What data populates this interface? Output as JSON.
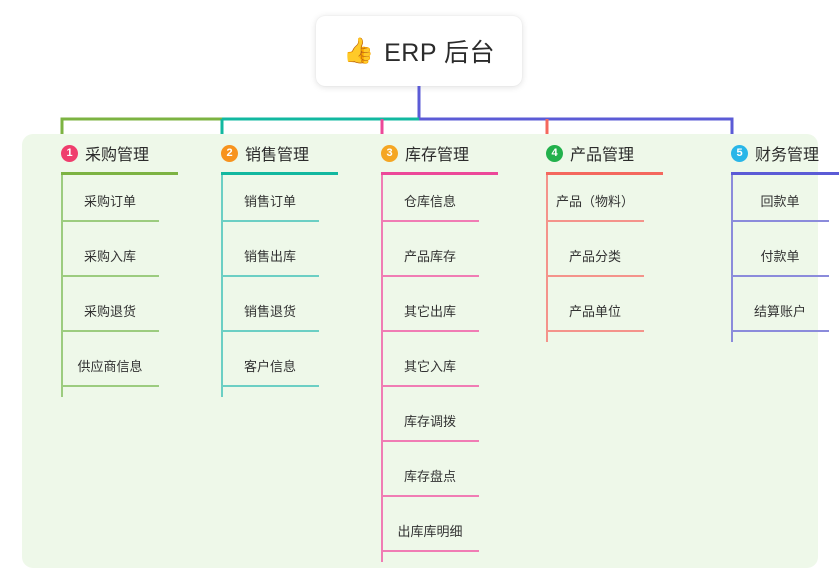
{
  "page": {
    "background": "#ffffff",
    "panel_background": "#eef8e9"
  },
  "title_card": {
    "icon": "thumbs-up-icon",
    "emoji": "👍",
    "text": "ERP 后台"
  },
  "connectors": {
    "stem_color": "#5b5bd6",
    "segment_colors": [
      "#7cb342",
      "#12b8a0",
      "#5b5bd6",
      "#5b5bd6"
    ],
    "drop_colors": [
      "#7cb342",
      "#12b8a0",
      "#ec4899",
      "#f4685e",
      "#5b5bd6"
    ]
  },
  "columns": [
    {
      "index": "1",
      "title": "采购管理",
      "badge_color": "#ef3e6d",
      "rule_color": "#7cb342",
      "line_color": "#9ccc7f",
      "items": [
        "采购订单",
        "采购入库",
        "采购退货",
        "供应商信息"
      ]
    },
    {
      "index": "2",
      "title": "销售管理",
      "badge_color": "#f7931e",
      "rule_color": "#12b8a0",
      "line_color": "#6bcfc4",
      "items": [
        "销售订单",
        "销售出库",
        "销售退货",
        "客户信息"
      ]
    },
    {
      "index": "3",
      "title": "库存管理",
      "badge_color": "#f5a623",
      "rule_color": "#ec4899",
      "line_color": "#f07cb4",
      "items": [
        "仓库信息",
        "产品库存",
        "其它出库",
        "其它入库",
        "库存调拨",
        "库存盘点",
        "出库库明细"
      ]
    },
    {
      "index": "4",
      "title": "产品管理",
      "badge_color": "#22b14c",
      "rule_color": "#f4685e",
      "line_color": "#f4938b",
      "items": [
        "产品（物料）",
        "产品分类",
        "产品单位"
      ]
    },
    {
      "index": "5",
      "title": "财务管理",
      "badge_color": "#29b6e8",
      "rule_color": "#5b5bd6",
      "line_color": "#8b8bdb",
      "items": [
        "回款单",
        "付款单",
        "结算账户"
      ]
    }
  ]
}
